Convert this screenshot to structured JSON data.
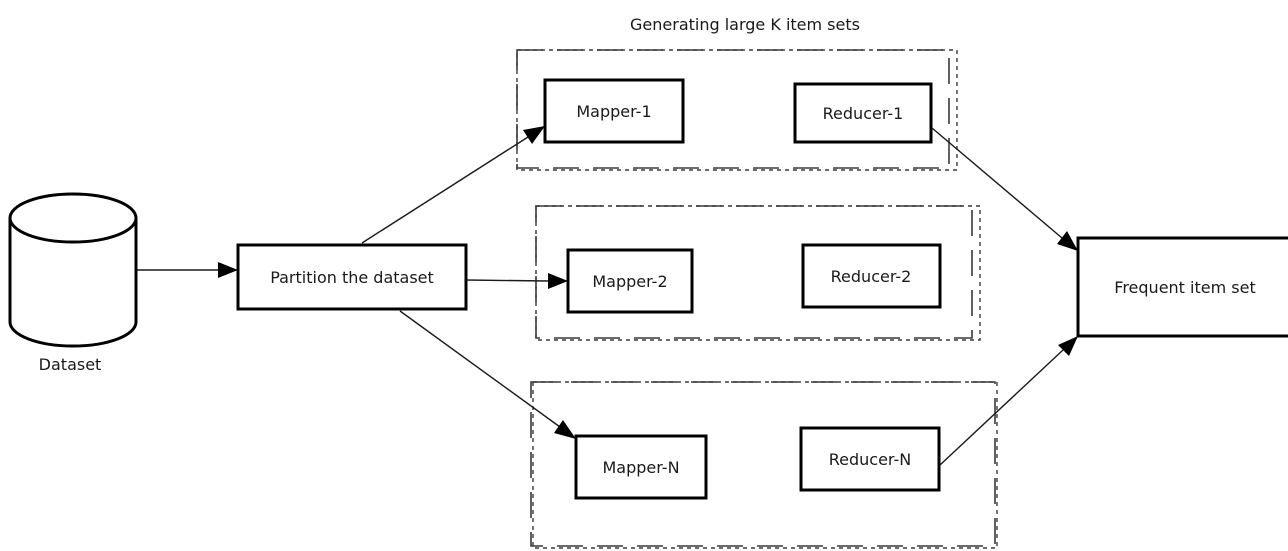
{
  "diagram": {
    "title": "Generating large K item sets",
    "dataset_label": "Dataset",
    "partition_label": "Partition the dataset",
    "output_label": "Frequent item set",
    "groups": [
      {
        "mapper": "Mapper-1",
        "reducer": "Reducer-1"
      },
      {
        "mapper": "Mapper-2",
        "reducer": "Reducer-2"
      },
      {
        "mapper": "Mapper-N",
        "reducer": "Reducer-N"
      }
    ]
  }
}
